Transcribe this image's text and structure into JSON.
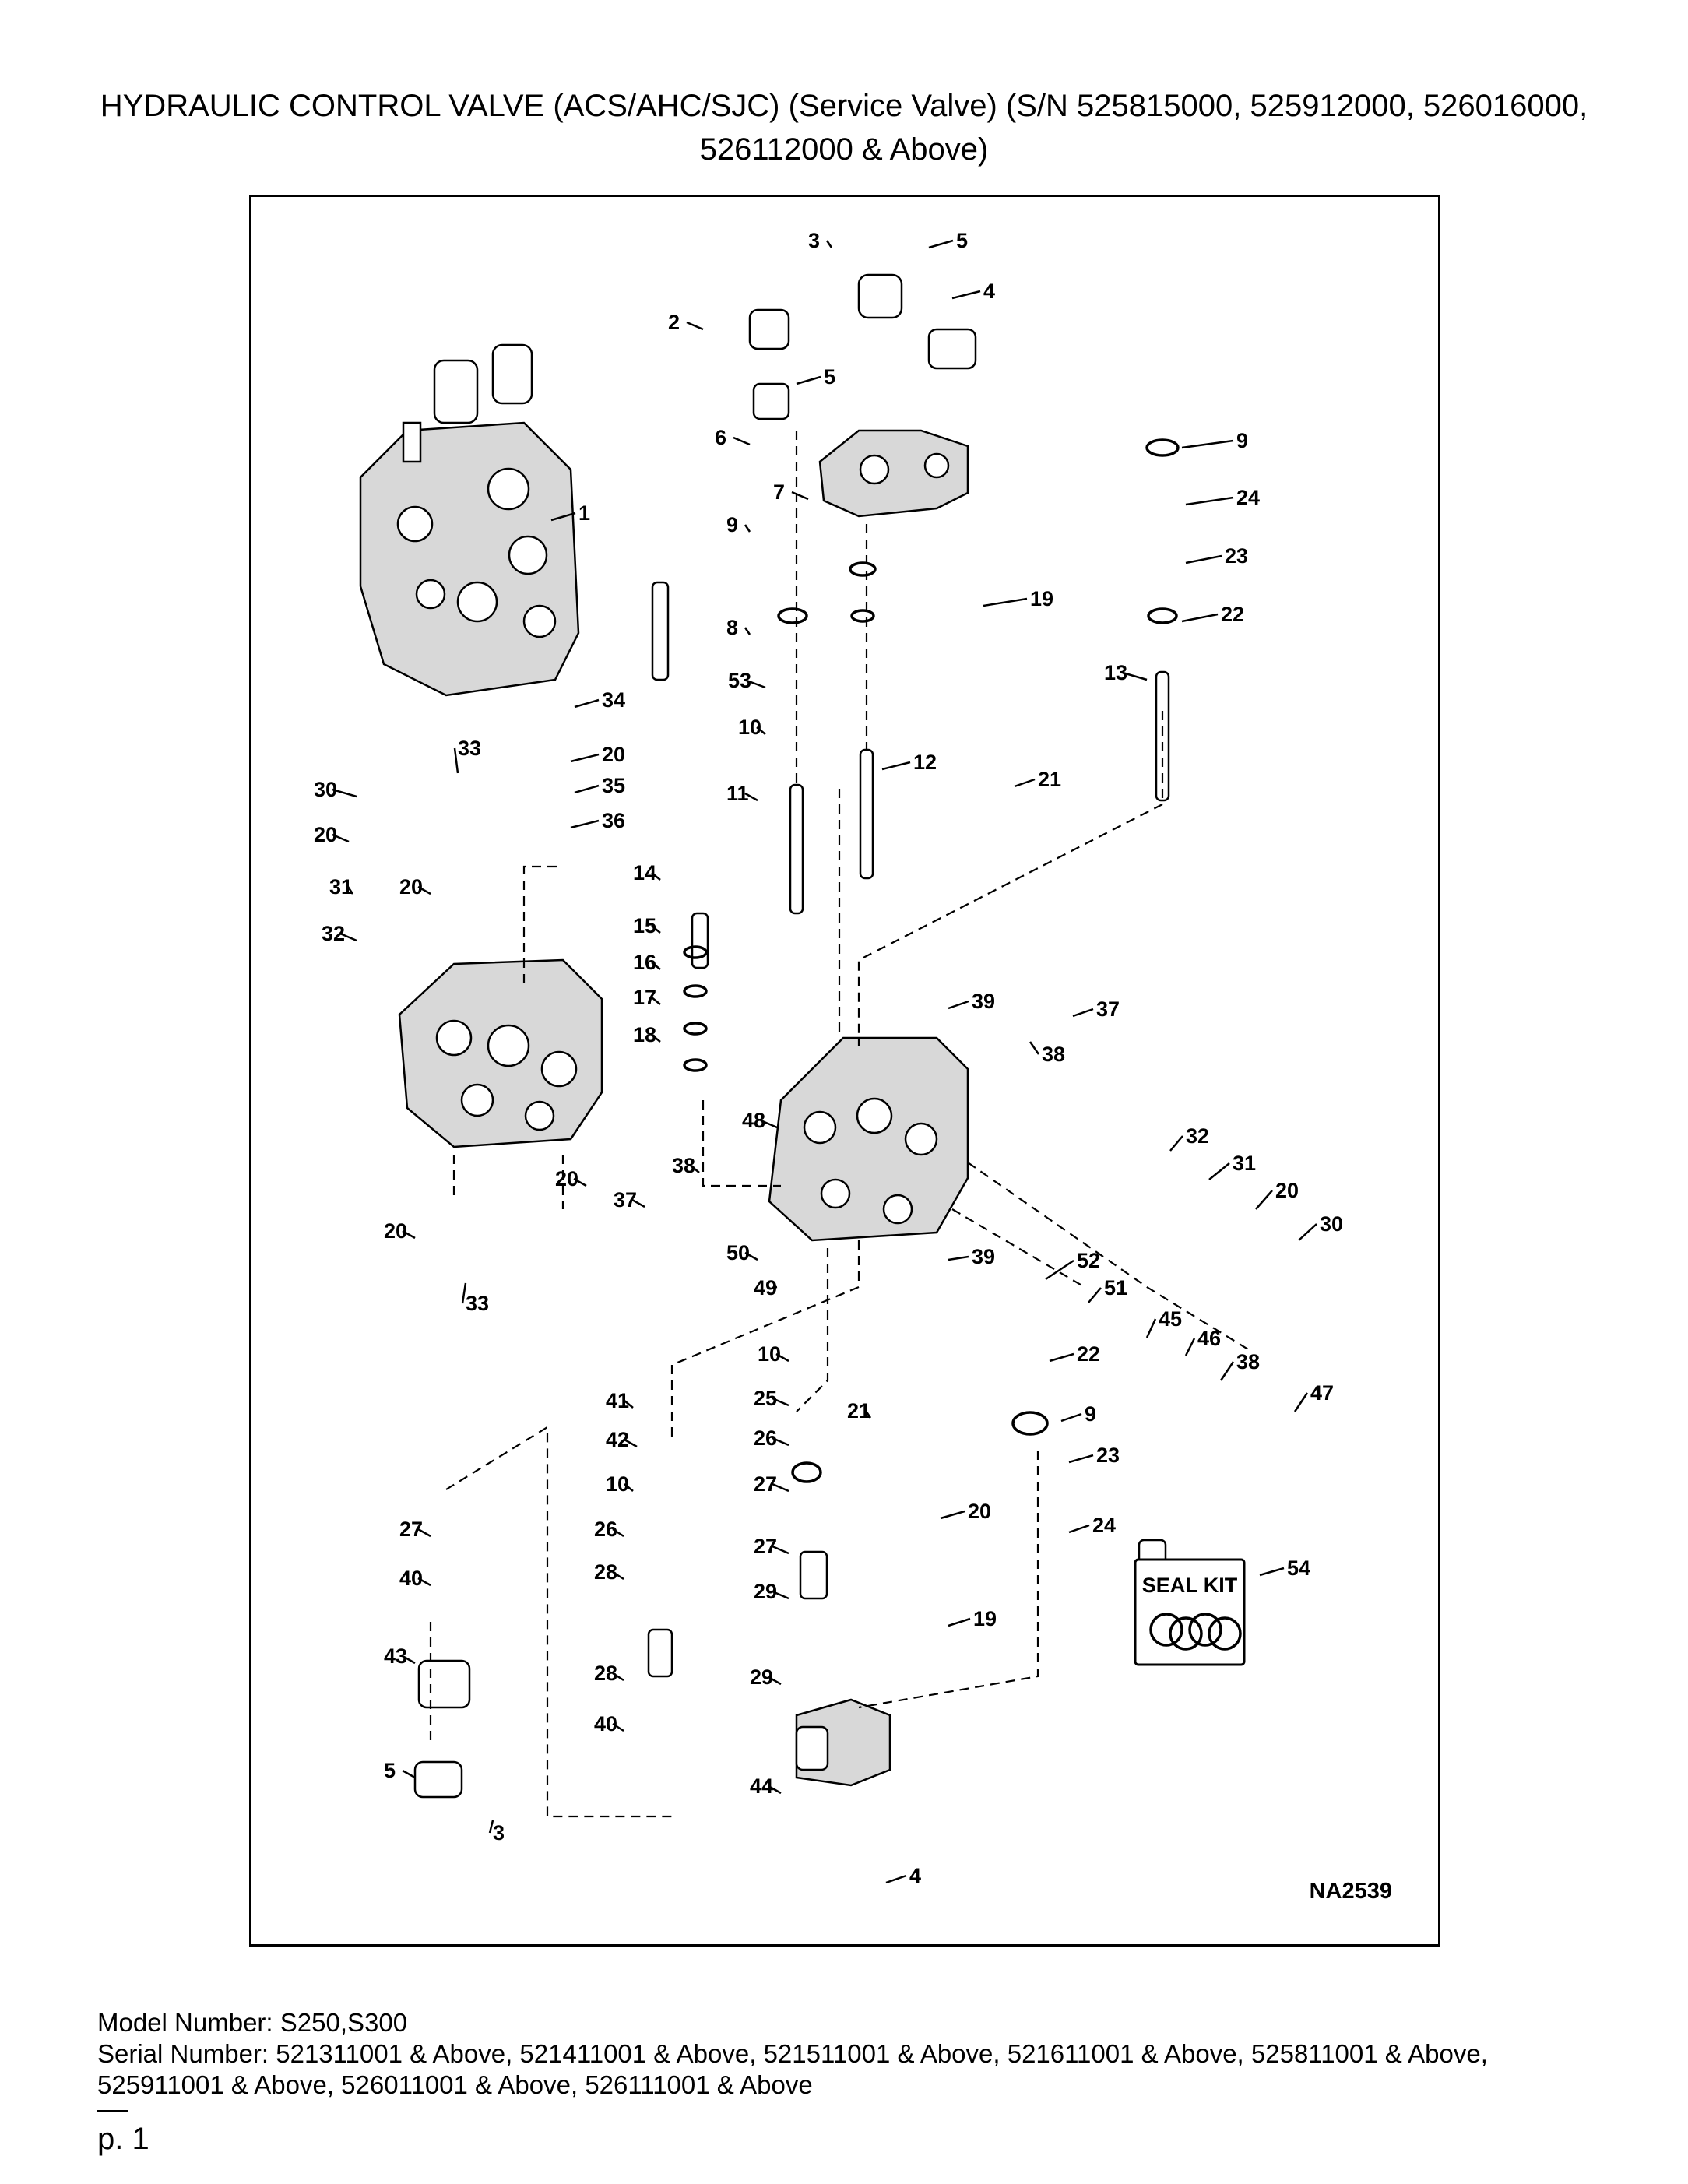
{
  "title": "HYDRAULIC CONTROL VALVE (ACS/AHC/SJC) (Service Valve) (S/N 525815000, 525912000, 526016000, 526112000 & Above)",
  "diagram": {
    "figure_code": "NA2539",
    "seal_kit_label": "SEAL KIT",
    "callouts": [
      "3",
      "5",
      "4",
      "2",
      "5",
      "6",
      "7",
      "9",
      "9",
      "24",
      "23",
      "22",
      "19",
      "8",
      "53",
      "10",
      "12",
      "21",
      "13",
      "11",
      "1",
      "34",
      "20",
      "35",
      "36",
      "33",
      "30",
      "20",
      "31",
      "20",
      "32",
      "14",
      "15",
      "16",
      "17",
      "18",
      "39",
      "37",
      "38",
      "48",
      "38",
      "37",
      "50",
      "49",
      "39",
      "32",
      "31",
      "20",
      "30",
      "52",
      "51",
      "45",
      "46",
      "38",
      "47",
      "10",
      "22",
      "25",
      "9",
      "41",
      "42",
      "26",
      "21",
      "23",
      "10",
      "27",
      "20",
      "24",
      "26",
      "27",
      "28",
      "29",
      "19",
      "54",
      "27",
      "40",
      "43",
      "28",
      "29",
      "40",
      "5",
      "3",
      "44",
      "4",
      "20",
      "20",
      "33"
    ]
  },
  "footer": {
    "model": "Model Number: S250,S300",
    "serial": "Serial Number: 521311001 & Above, 521411001 & Above, 521511001 & Above, 521611001 & Above, 525811001 & Above, 525911001 & Above, 526011001 & Above, 526111001 & Above"
  },
  "page_label": "p. 1"
}
